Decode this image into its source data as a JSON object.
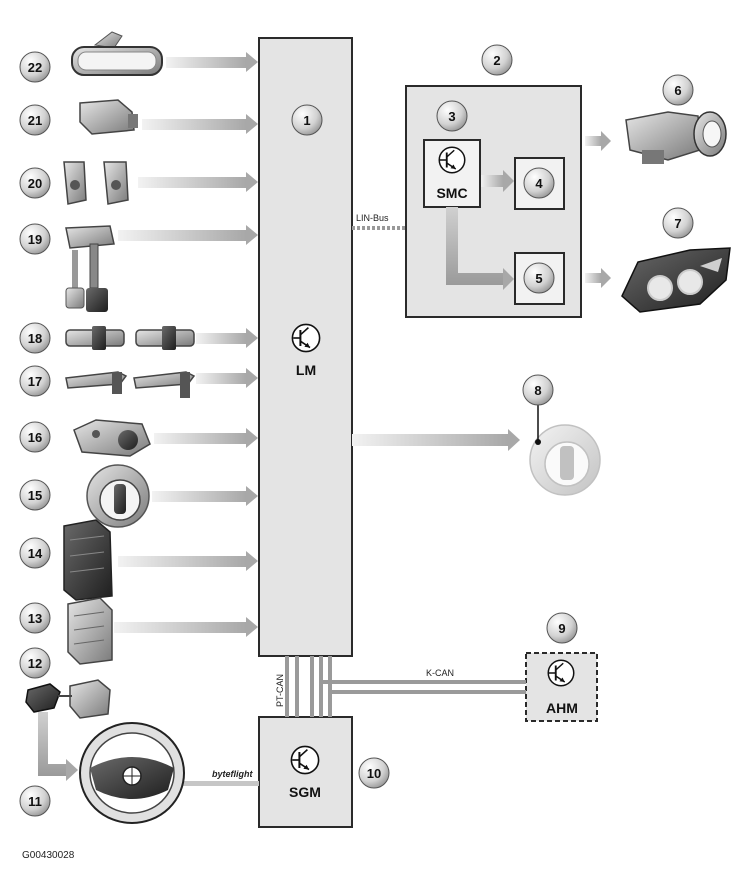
{
  "modules": {
    "lm": "LM",
    "smc": "SMC",
    "ahm": "AHM",
    "sgm": "SGM"
  },
  "bus_labels": {
    "lin": "LIN-Bus",
    "kcan": "K-CAN",
    "ptcan": "PT-CAN",
    "byteflight": "byteflight"
  },
  "callouts": {
    "n1": "1",
    "n2": "2",
    "n3": "3",
    "n4": "4",
    "n5": "5",
    "n6": "6",
    "n7": "7",
    "n8": "8",
    "n9": "9",
    "n10": "10",
    "n11": "11",
    "n12": "12",
    "n13": "13",
    "n14": "14",
    "n15": "15",
    "n16": "16",
    "n17": "17",
    "n18": "18",
    "n19": "19",
    "n20": "20",
    "n21": "21",
    "n22": "22"
  },
  "figure_id": "G00430028"
}
